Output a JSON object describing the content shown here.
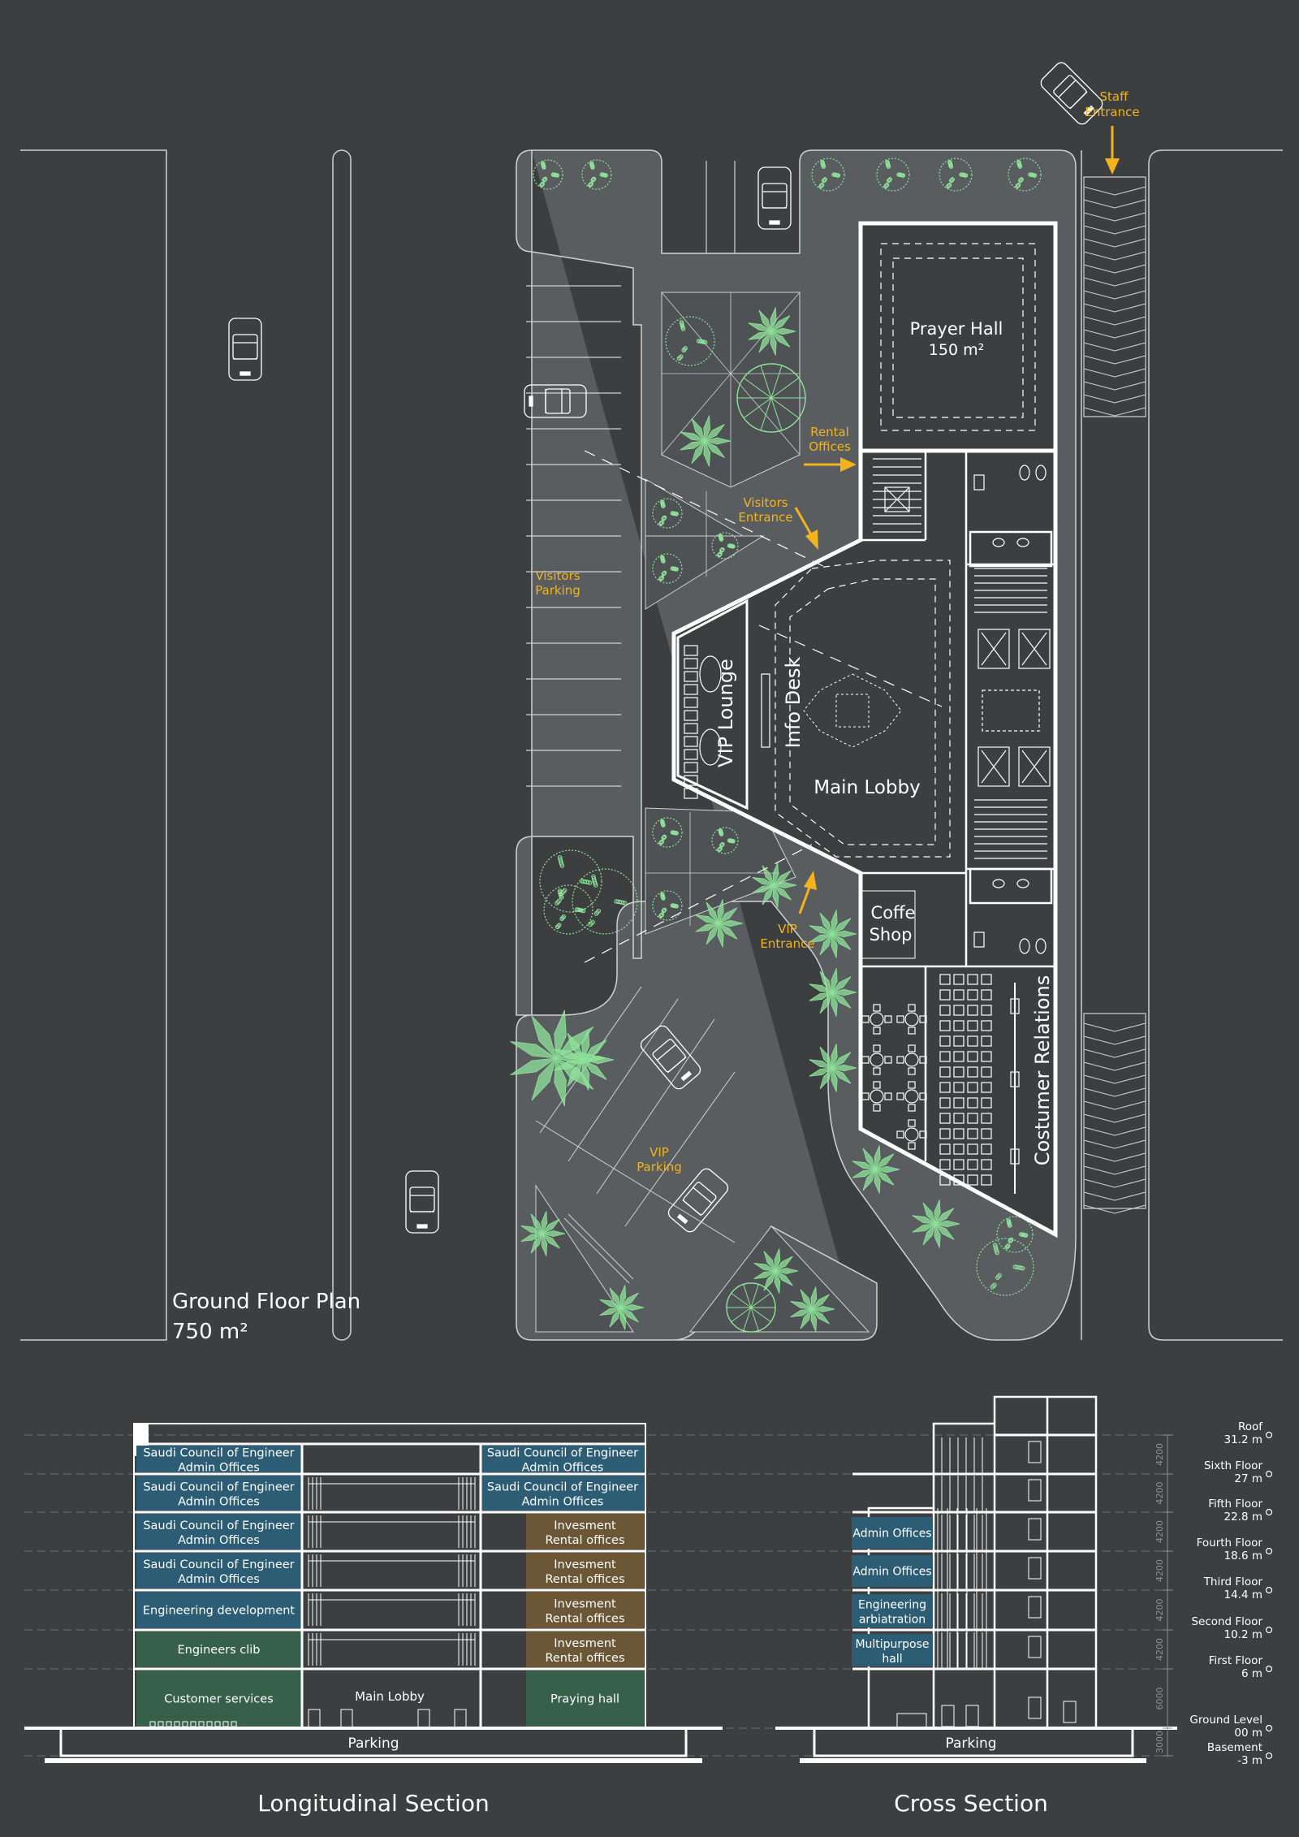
{
  "colors": {
    "background": "#3c3e3f",
    "site": "#5a5d5f",
    "line": "#ffffff",
    "accent_yellow": "#f2b31c",
    "plant_green": "#8fe39a",
    "section_blue": "#2c5d75",
    "section_brown": "#6b5635",
    "section_green": "#36604a"
  },
  "plan": {
    "title": "Ground Floor Plan",
    "area": "750 m²",
    "rooms": {
      "prayer_hall": "Prayer Hall",
      "prayer_hall_area": "150 m²",
      "vip_lounge": "VIP Lounge",
      "info_desk": "Info Desk",
      "main_lobby": "Main Lobby",
      "coffee_shop_1": "Coffe",
      "coffee_shop_2": "Shop",
      "customer_relations": "Costumer Relations"
    },
    "annotations": {
      "staff_entrance_1": "Staff",
      "staff_entrance_2": "Entrance",
      "rental_offices_1": "Rental",
      "rental_offices_2": "Offices",
      "visitors_entrance_1": "Visitors",
      "visitors_entrance_2": "Entrance",
      "visitors_parking_1": "Visitors",
      "visitors_parking_2": "Parking",
      "vip_entrance_1": "VIP",
      "vip_entrance_2": "Entrance",
      "vip_parking_1": "VIP",
      "vip_parking_2": "Parking"
    }
  },
  "longitudinal": {
    "title": "Longitudinal Section",
    "left_column": [
      {
        "line1": "Saudi Council of Engineer",
        "line2": "Admin Offices",
        "color": "#2c5d75"
      },
      {
        "line1": "Saudi Council of Engineer",
        "line2": "Admin Offices",
        "color": "#2c5d75"
      },
      {
        "line1": "Saudi Council of Engineer",
        "line2": "Admin Offices",
        "color": "#2c5d75"
      },
      {
        "line1": "Saudi Council of Engineer",
        "line2": "Admin Offices",
        "color": "#2c5d75"
      },
      {
        "line1": "Engineering development",
        "line2": "",
        "color": "#2c5d75"
      },
      {
        "line1": "Engineers clib",
        "line2": "",
        "color": "#36604a"
      },
      {
        "line1": "Customer services",
        "line2": "",
        "color": "#36604a"
      }
    ],
    "right_column": [
      {
        "line1": "Saudi Council of Engineer",
        "line2": "Admin Offices",
        "color": "#2c5d75"
      },
      {
        "line1": "Saudi Council of Engineer",
        "line2": "Admin Offices",
        "color": "#2c5d75"
      },
      {
        "line1": "Invesment",
        "line2": "Rental offices",
        "color": "#6b5635"
      },
      {
        "line1": "Invesment",
        "line2": "Rental offices",
        "color": "#6b5635"
      },
      {
        "line1": "Invesment",
        "line2": "Rental offices",
        "color": "#6b5635"
      },
      {
        "line1": "Invesment",
        "line2": "Rental offices",
        "color": "#6b5635"
      },
      {
        "line1": "Praying hall",
        "line2": "",
        "color": "#36604a"
      }
    ],
    "main_lobby": "Main Lobby",
    "parking": "Parking"
  },
  "cross": {
    "title": "Cross Section",
    "rooms": [
      {
        "line1": "Admin Offices",
        "line2": ""
      },
      {
        "line1": "Admin Offices",
        "line2": ""
      },
      {
        "line1": "Engineering",
        "line2": "arbiatration"
      },
      {
        "line1": "Multipurpose",
        "line2": "hall"
      }
    ],
    "parking": "Parking"
  },
  "levels": [
    {
      "name": "Roof",
      "value": "31.2 m"
    },
    {
      "name": "Sixth Floor",
      "value": "27 m"
    },
    {
      "name": "Fifth Floor",
      "value": "22.8 m"
    },
    {
      "name": "Fourth Floor",
      "value": "18.6 m"
    },
    {
      "name": "Third Floor",
      "value": "14.4 m"
    },
    {
      "name": "Second Floor",
      "value": "10.2 m"
    },
    {
      "name": "First Floor",
      "value": "6 m"
    },
    {
      "name": "Ground Level",
      "value": "00 m"
    },
    {
      "name": "Basement",
      "value": "-3 m"
    }
  ],
  "dimensions": [
    "4200",
    "4200",
    "4200",
    "4200",
    "4200",
    "4200",
    "6000",
    "3000"
  ]
}
